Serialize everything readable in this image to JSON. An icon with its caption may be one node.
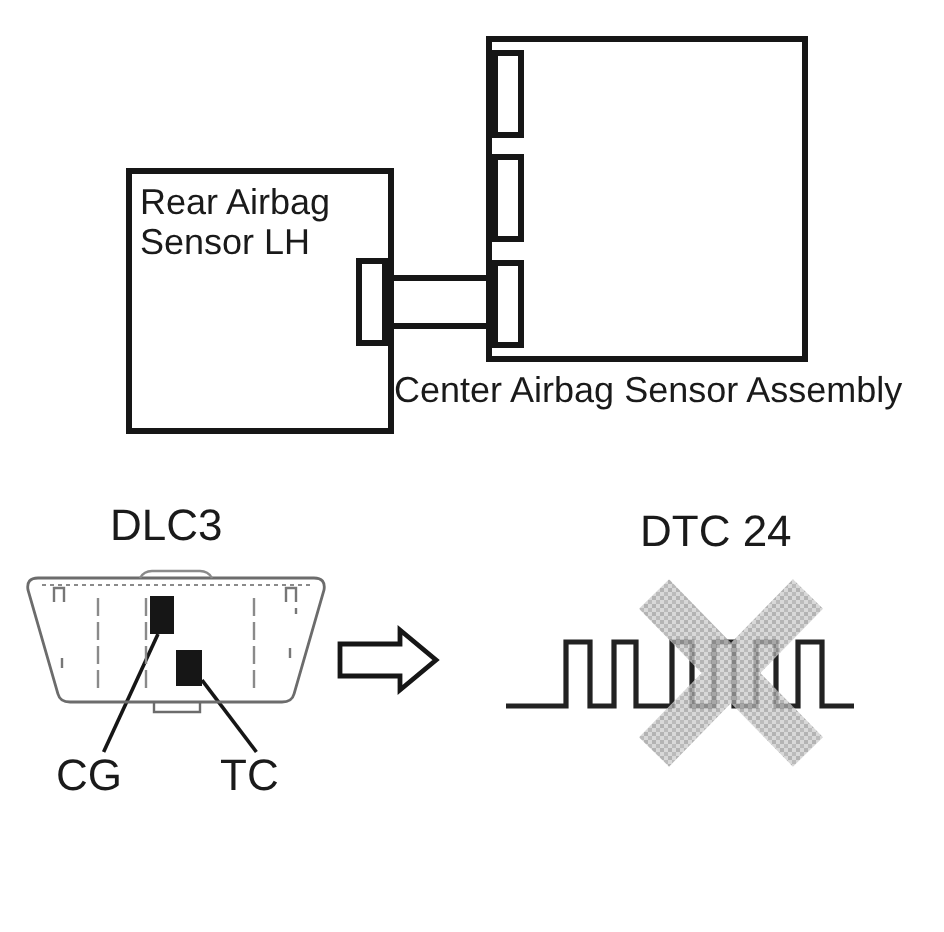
{
  "diagram": {
    "nodes": [
      {
        "text": [
          "Rear Airbag Sensor LH"
        ]
      },
      {
        "text": [
          "Center Airbag Sensor Assembly"
        ]
      },
      {
        "text": [
          "DLC3"
        ]
      },
      {
        "text": [],
        "shape": "box",
        "in": 2
      },
      {
        "text": [],
        "shape": "box",
        "in": 2
      },
      {
        "text": [
          "CG"
        ]
      },
      {
        "text": [
          "TC"
        ]
      },
      {
        "text": [
          "DTC 24"
        ]
      }
    ],
    "edges": [
      {
        "from": 0,
        "to": 1,
        "arrow": "none"
      },
      {
        "from": 2,
        "to": 7,
        "arrow": "to"
      },
      {
        "from": 5,
        "to": 3,
        "arrow": "none"
      },
      {
        "from": 6,
        "to": 4,
        "arrow": "none"
      }
    ]
  }
}
